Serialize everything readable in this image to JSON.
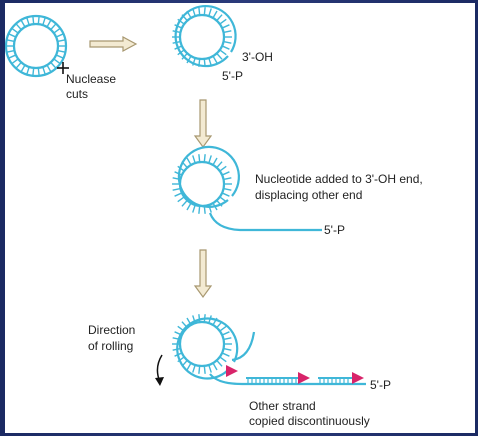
{
  "labels": {
    "nuclease_line1": "Nuclease",
    "nuclease_line2": "cuts",
    "three_oh": "3'-OH",
    "five_p_1": "5'-P",
    "nucleotide_line1": "Nucleotide added to 3'-OH end,",
    "nucleotide_line2": "displacing other end",
    "five_p_2": "5'-P",
    "direction_line1": "Direction",
    "direction_line2": "of rolling",
    "five_p_3": "5'-P",
    "other_strand_line1": "Other strand",
    "other_strand_line2": "copied discontinuously"
  },
  "colors": {
    "strand": "#3fb7d8",
    "primer": "#d8246a",
    "arrow_fill": "#f3ead2",
    "arrow_stroke": "#a89870",
    "frame": "#22306a"
  }
}
